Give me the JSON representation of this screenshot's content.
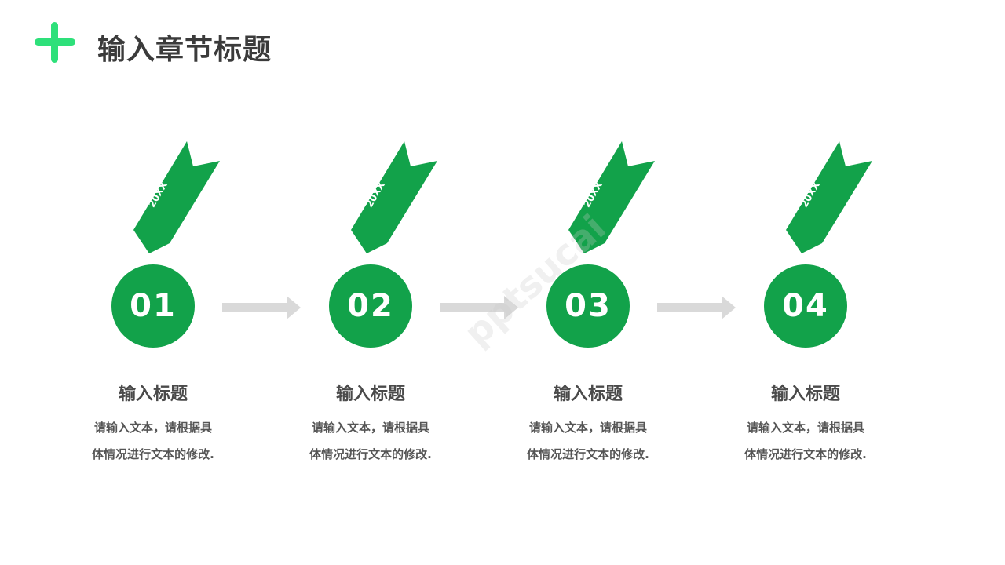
{
  "header": {
    "title": "输入章节标题",
    "icon": "plus-icon",
    "accent_color": "#2ee07a"
  },
  "theme": {
    "primary_green": "#12a24a",
    "arrow_gray": "#d9d9d9"
  },
  "steps": [
    {
      "ribbon_text": "20XX",
      "number": "01",
      "title": "输入标题",
      "desc_line1": "请输入文本，请根据具",
      "desc_line2": "体情况进行文本的修改."
    },
    {
      "ribbon_text": "20XX",
      "number": "02",
      "title": "输入标题",
      "desc_line1": "请输入文本，请根据具",
      "desc_line2": "体情况进行文本的修改."
    },
    {
      "ribbon_text": "20XX",
      "number": "03",
      "title": "输入标题",
      "desc_line1": "请输入文本，请根据具",
      "desc_line2": "体情况进行文本的修改."
    },
    {
      "ribbon_text": "20XX",
      "number": "04",
      "title": "输入标题",
      "desc_line1": "请输入文本，请根据具",
      "desc_line2": "体情况进行文本的修改."
    }
  ],
  "watermark": {
    "text": "pptsucai"
  }
}
